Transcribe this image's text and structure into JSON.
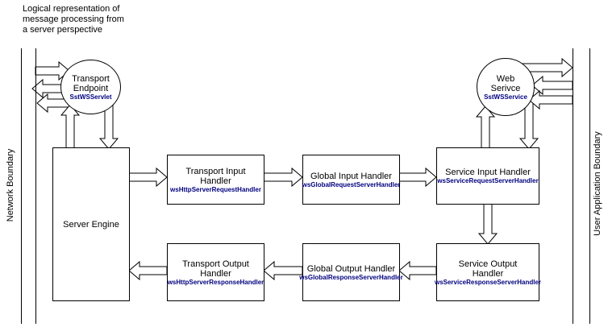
{
  "title": "Logical representation of\nmessage processing from\na server perspective",
  "boundaries": {
    "left_label": "Network Boundary",
    "right_label": "User Application Boundary"
  },
  "nodes": {
    "transport_endpoint": {
      "label": "Transport\nEndpoint",
      "class_name": "SstWSServlet"
    },
    "web_service": {
      "label": "Web\nSerivce",
      "class_name": "SstWSService"
    },
    "server_engine": {
      "label": "Server Engine"
    },
    "transport_input_handler": {
      "label": "Transport Input\nHandler",
      "class_name": "wsHttpServerRequestHandler"
    },
    "global_input_handler": {
      "label": "Global Input Handler",
      "class_name": "wsGlobalRequestServerHandler"
    },
    "service_input_handler": {
      "label": "Service Input Handler",
      "class_name": "wsServiceRequestServerHandler"
    },
    "transport_output_handler": {
      "label": "Transport Output\nHandler",
      "class_name": "wsHttpServerResponseHandler"
    },
    "global_output_handler": {
      "label": "Global Output Handler",
      "class_name": "wsGlobalResponseServerHandler"
    },
    "service_output_handler": {
      "label": "Service Output\nHandler",
      "class_name": "wsServiceResponseServerHandler"
    }
  },
  "colors": {
    "class_name_text": "#00007f",
    "diagram_lines": "#000000",
    "background": "#ffffff"
  }
}
